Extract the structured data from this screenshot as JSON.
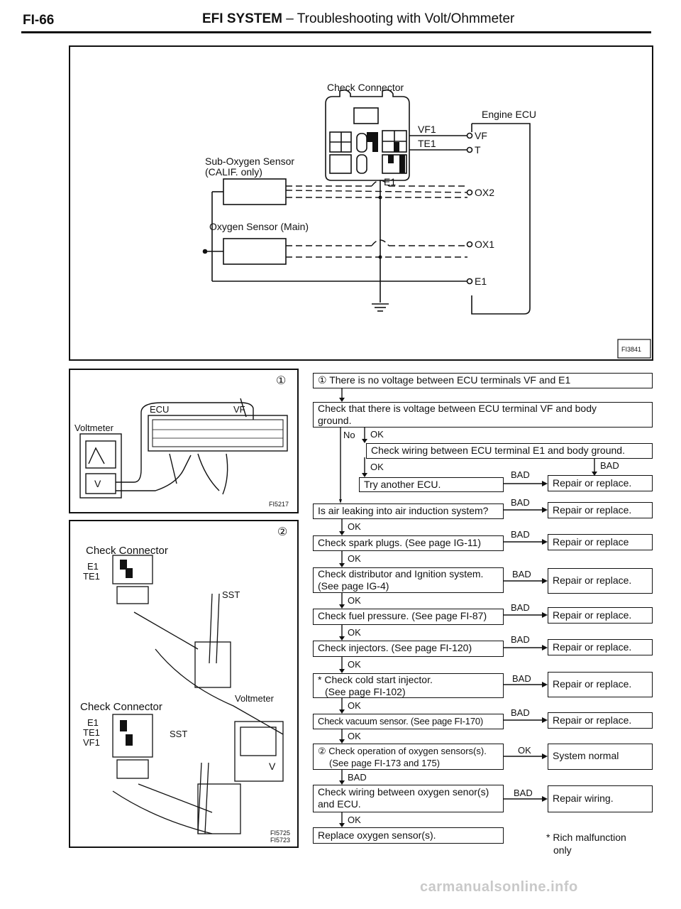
{
  "header": {
    "page_code": "FI-66",
    "title_strong": "EFI SYSTEM",
    "title_rest": " – Troubleshooting with Volt/Ohmmeter"
  },
  "wiring_diagram": {
    "check_connector": "Check Connector",
    "engine_ecu": "Engine ECU",
    "sub_sensor": "Sub-Oxygen Sensor",
    "sub_sensor_note": "(CALIF. only)",
    "main_sensor": "Oxygen Sensor (Main)",
    "wire_vf1": "VF1",
    "wire_te1": "TE1",
    "wire_e1": "E1",
    "pin_vf": "VF",
    "pin_t": "T",
    "pin_ox2": "OX2",
    "pin_ox1": "OX1",
    "pin_e1": "E1",
    "fig_id": "FI3841"
  },
  "fig1": {
    "num": "①",
    "ecu": "ECU",
    "vf": "VF",
    "voltmeter": "Voltmeter",
    "v": "V",
    "fig_id": "FI5217"
  },
  "fig2": {
    "num": "②",
    "check_connector_top": "Check Connector",
    "e1": "E1",
    "te1": "TE1",
    "sst_top": "SST",
    "check_connector_bottom": "Check Connector",
    "e1b": "E1",
    "te1b": "TE1",
    "vf1b": "VF1",
    "sst_bottom": "SST",
    "voltmeter": "Voltmeter",
    "v": "V",
    "fig_id1": "FI5725",
    "fig_id2": "FI5723"
  },
  "flow": {
    "step1": "① There is no voltage between ECU terminals VF and E1",
    "step2_line1": "Check that there is voltage between ECU terminal VF and body",
    "step2_line2": "ground.",
    "no": "No",
    "ok": "OK",
    "bad": "BAD",
    "step3": "Check wiring between ECU terminal E1 and body ground.",
    "step4": "Try another ECU.",
    "step5": "Is air leaking into air induction system?",
    "step6": "Check spark plugs. (See page IG-11)",
    "step7_line1": "Check distributor and Ignition system.",
    "step7_line2": "(See page IG-4)",
    "step8": "Check fuel pressure. (See page FI-87)",
    "step9": "Check injectors. (See page FI-120)",
    "step10_line1": "* Check cold start injector.",
    "step10_line2": "(See page FI-102)",
    "step11": "Check vacuum sensor. (See page FI-170)",
    "step12_line1": "② Check operation of oxygen sensors(s).",
    "step12_line2": "(See page FI-173 and 175)",
    "step13_line1": "Check wiring between oxygen senor(s)",
    "step13_line2": "and ECU.",
    "step14": "Replace oxygen sensor(s).",
    "repair_replace": "Repair or replace.",
    "repair_replace_nodot": "Repair or replace",
    "system_normal": "System normal",
    "repair_wiring": "Repair wiring.",
    "footnote_line1": "* Rich malfunction",
    "footnote_line2": "only"
  },
  "watermark": "carmanualsonline.info"
}
